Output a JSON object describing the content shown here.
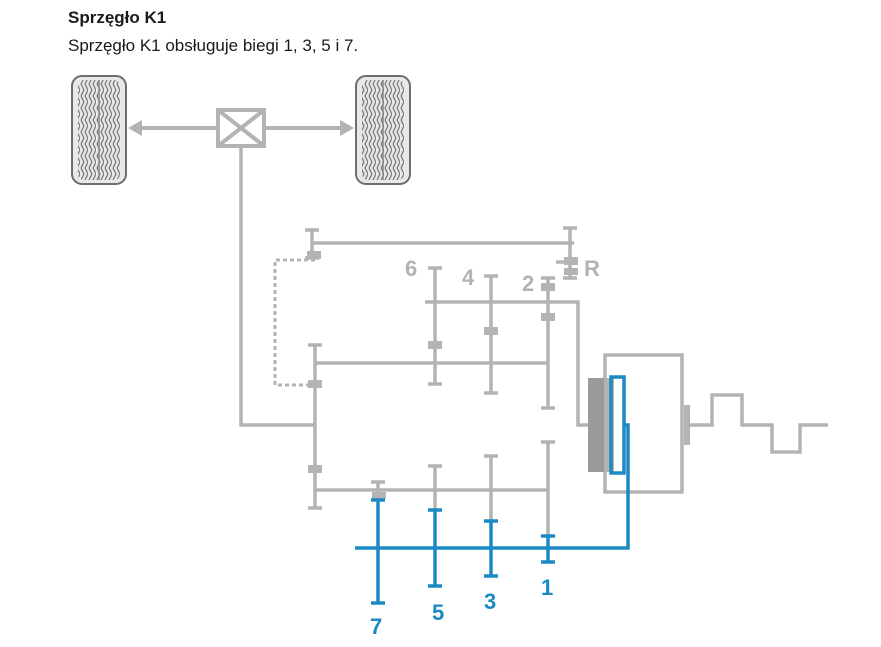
{
  "header": {
    "title": "Sprzęgło K1",
    "subtitle": "Sprzęgło K1 obsługuje biegi 1, 3, 5 i 7."
  },
  "gear_labels": {
    "g6": "6",
    "g4": "4",
    "g2": "2",
    "gR": "R",
    "g1": "1",
    "g3": "3",
    "g5": "5",
    "g7": "7"
  },
  "colors": {
    "inactive": "#b3b3b3",
    "active": "#1b8ac4",
    "tire_fill": "#e6e6e6",
    "tire_stroke": "#6e6e6e"
  }
}
